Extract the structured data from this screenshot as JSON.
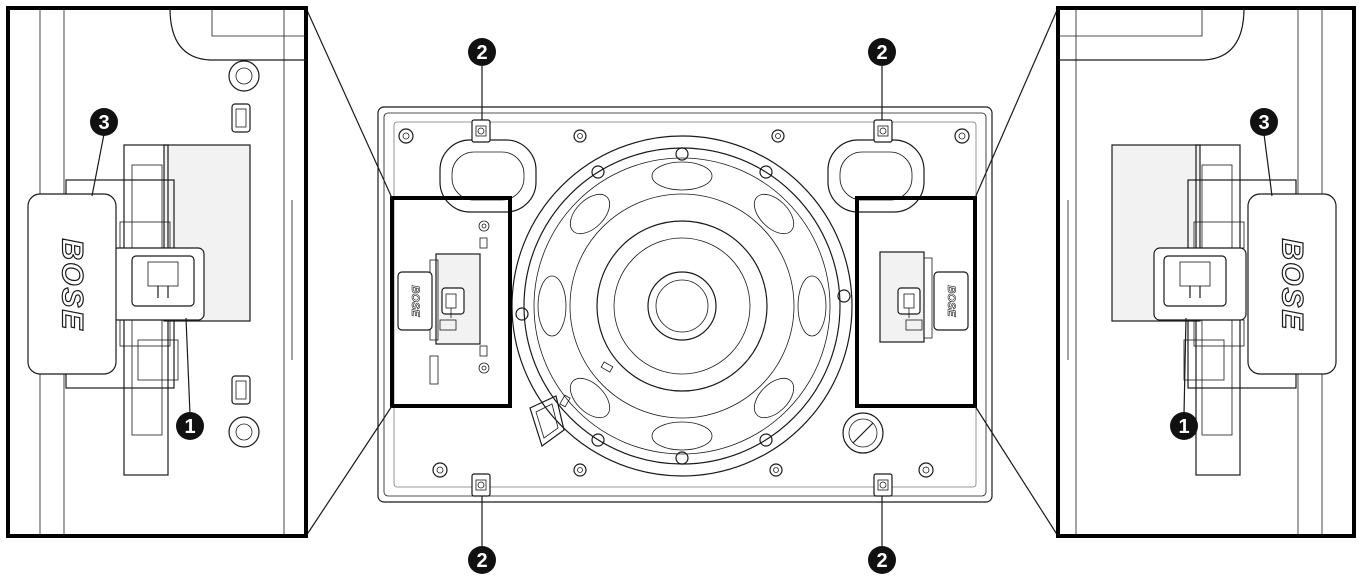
{
  "callouts": [
    {
      "id": "c-latch-left",
      "label": "1"
    },
    {
      "id": "c-latch-right",
      "label": "1"
    },
    {
      "id": "c-tab-tl",
      "label": "2"
    },
    {
      "id": "c-tab-tr",
      "label": "2"
    },
    {
      "id": "c-tab-bl",
      "label": "2"
    },
    {
      "id": "c-tab-br",
      "label": "2"
    },
    {
      "id": "c-cover-left",
      "label": "3"
    },
    {
      "id": "c-cover-right",
      "label": "3"
    }
  ],
  "brand": {
    "logo_text": "BOSE"
  },
  "colors": {
    "line": "#1a1a1a",
    "badge": "#111111",
    "frame": "#000000",
    "background": "#ffffff"
  }
}
